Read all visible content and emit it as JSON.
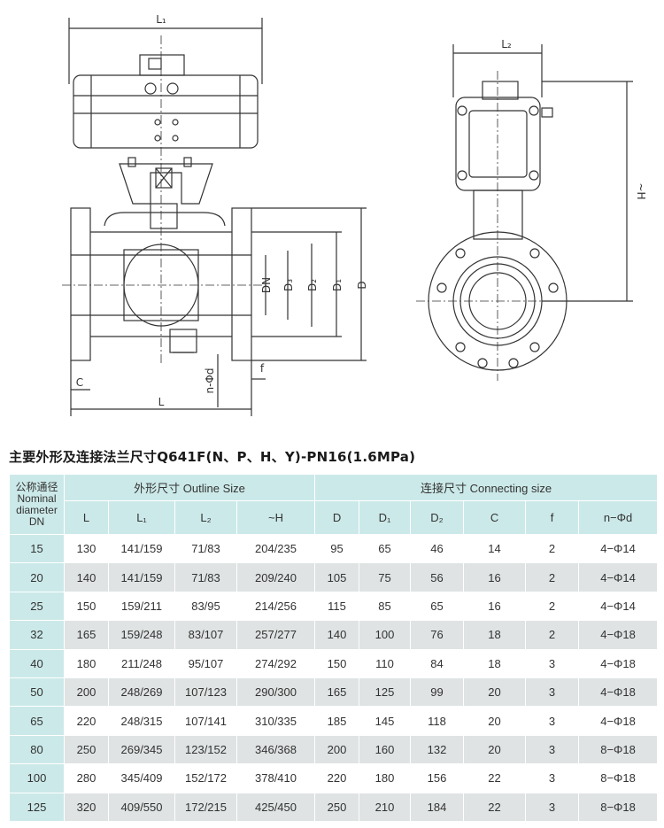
{
  "drawing_labels": {
    "front": {
      "L1": "L₁",
      "L": "L",
      "C": "C",
      "DN": "DN",
      "D3": "D₃",
      "D2": "D₂",
      "D1": "D₁",
      "D": "D",
      "nd": "n-Φd",
      "f": "f"
    },
    "side": {
      "L2": "L₂",
      "H": "~H"
    }
  },
  "title": "主要外形及连接法兰尺寸Q641F(N、P、H、Y)-PN16(1.6MPa)",
  "table": {
    "dn_header": [
      "公称通径",
      "Nominal",
      "diameter",
      "DN"
    ],
    "group_outline": "外形尺寸 Outline Size",
    "group_connecting": "连接尺寸 Connecting size",
    "columns": [
      "L",
      "L₁",
      "L₂",
      "~H",
      "D",
      "D₁",
      "D₂",
      "C",
      "f",
      "n−Φd"
    ],
    "rows": [
      [
        "15",
        "130",
        "141/159",
        "71/83",
        "204/235",
        "95",
        "65",
        "46",
        "14",
        "2",
        "4−Φ14"
      ],
      [
        "20",
        "140",
        "141/159",
        "71/83",
        "209/240",
        "105",
        "75",
        "56",
        "16",
        "2",
        "4−Φ14"
      ],
      [
        "25",
        "150",
        "159/211",
        "83/95",
        "214/256",
        "115",
        "85",
        "65",
        "16",
        "2",
        "4−Φ14"
      ],
      [
        "32",
        "165",
        "159/248",
        "83/107",
        "257/277",
        "140",
        "100",
        "76",
        "18",
        "2",
        "4−Φ18"
      ],
      [
        "40",
        "180",
        "211/248",
        "95/107",
        "274/292",
        "150",
        "110",
        "84",
        "18",
        "3",
        "4−Φ18"
      ],
      [
        "50",
        "200",
        "248/269",
        "107/123",
        "290/300",
        "165",
        "125",
        "99",
        "20",
        "3",
        "4−Φ18"
      ],
      [
        "65",
        "220",
        "248/315",
        "107/141",
        "310/335",
        "185",
        "145",
        "118",
        "20",
        "3",
        "4−Φ18"
      ],
      [
        "80",
        "250",
        "269/345",
        "123/152",
        "346/368",
        "200",
        "160",
        "132",
        "20",
        "3",
        "8−Φ18"
      ],
      [
        "100",
        "280",
        "345/409",
        "152/172",
        "378/410",
        "220",
        "180",
        "156",
        "22",
        "3",
        "8−Φ18"
      ],
      [
        "125",
        "320",
        "409/550",
        "172/215",
        "425/450",
        "250",
        "210",
        "184",
        "22",
        "3",
        "8−Φ18"
      ]
    ]
  }
}
